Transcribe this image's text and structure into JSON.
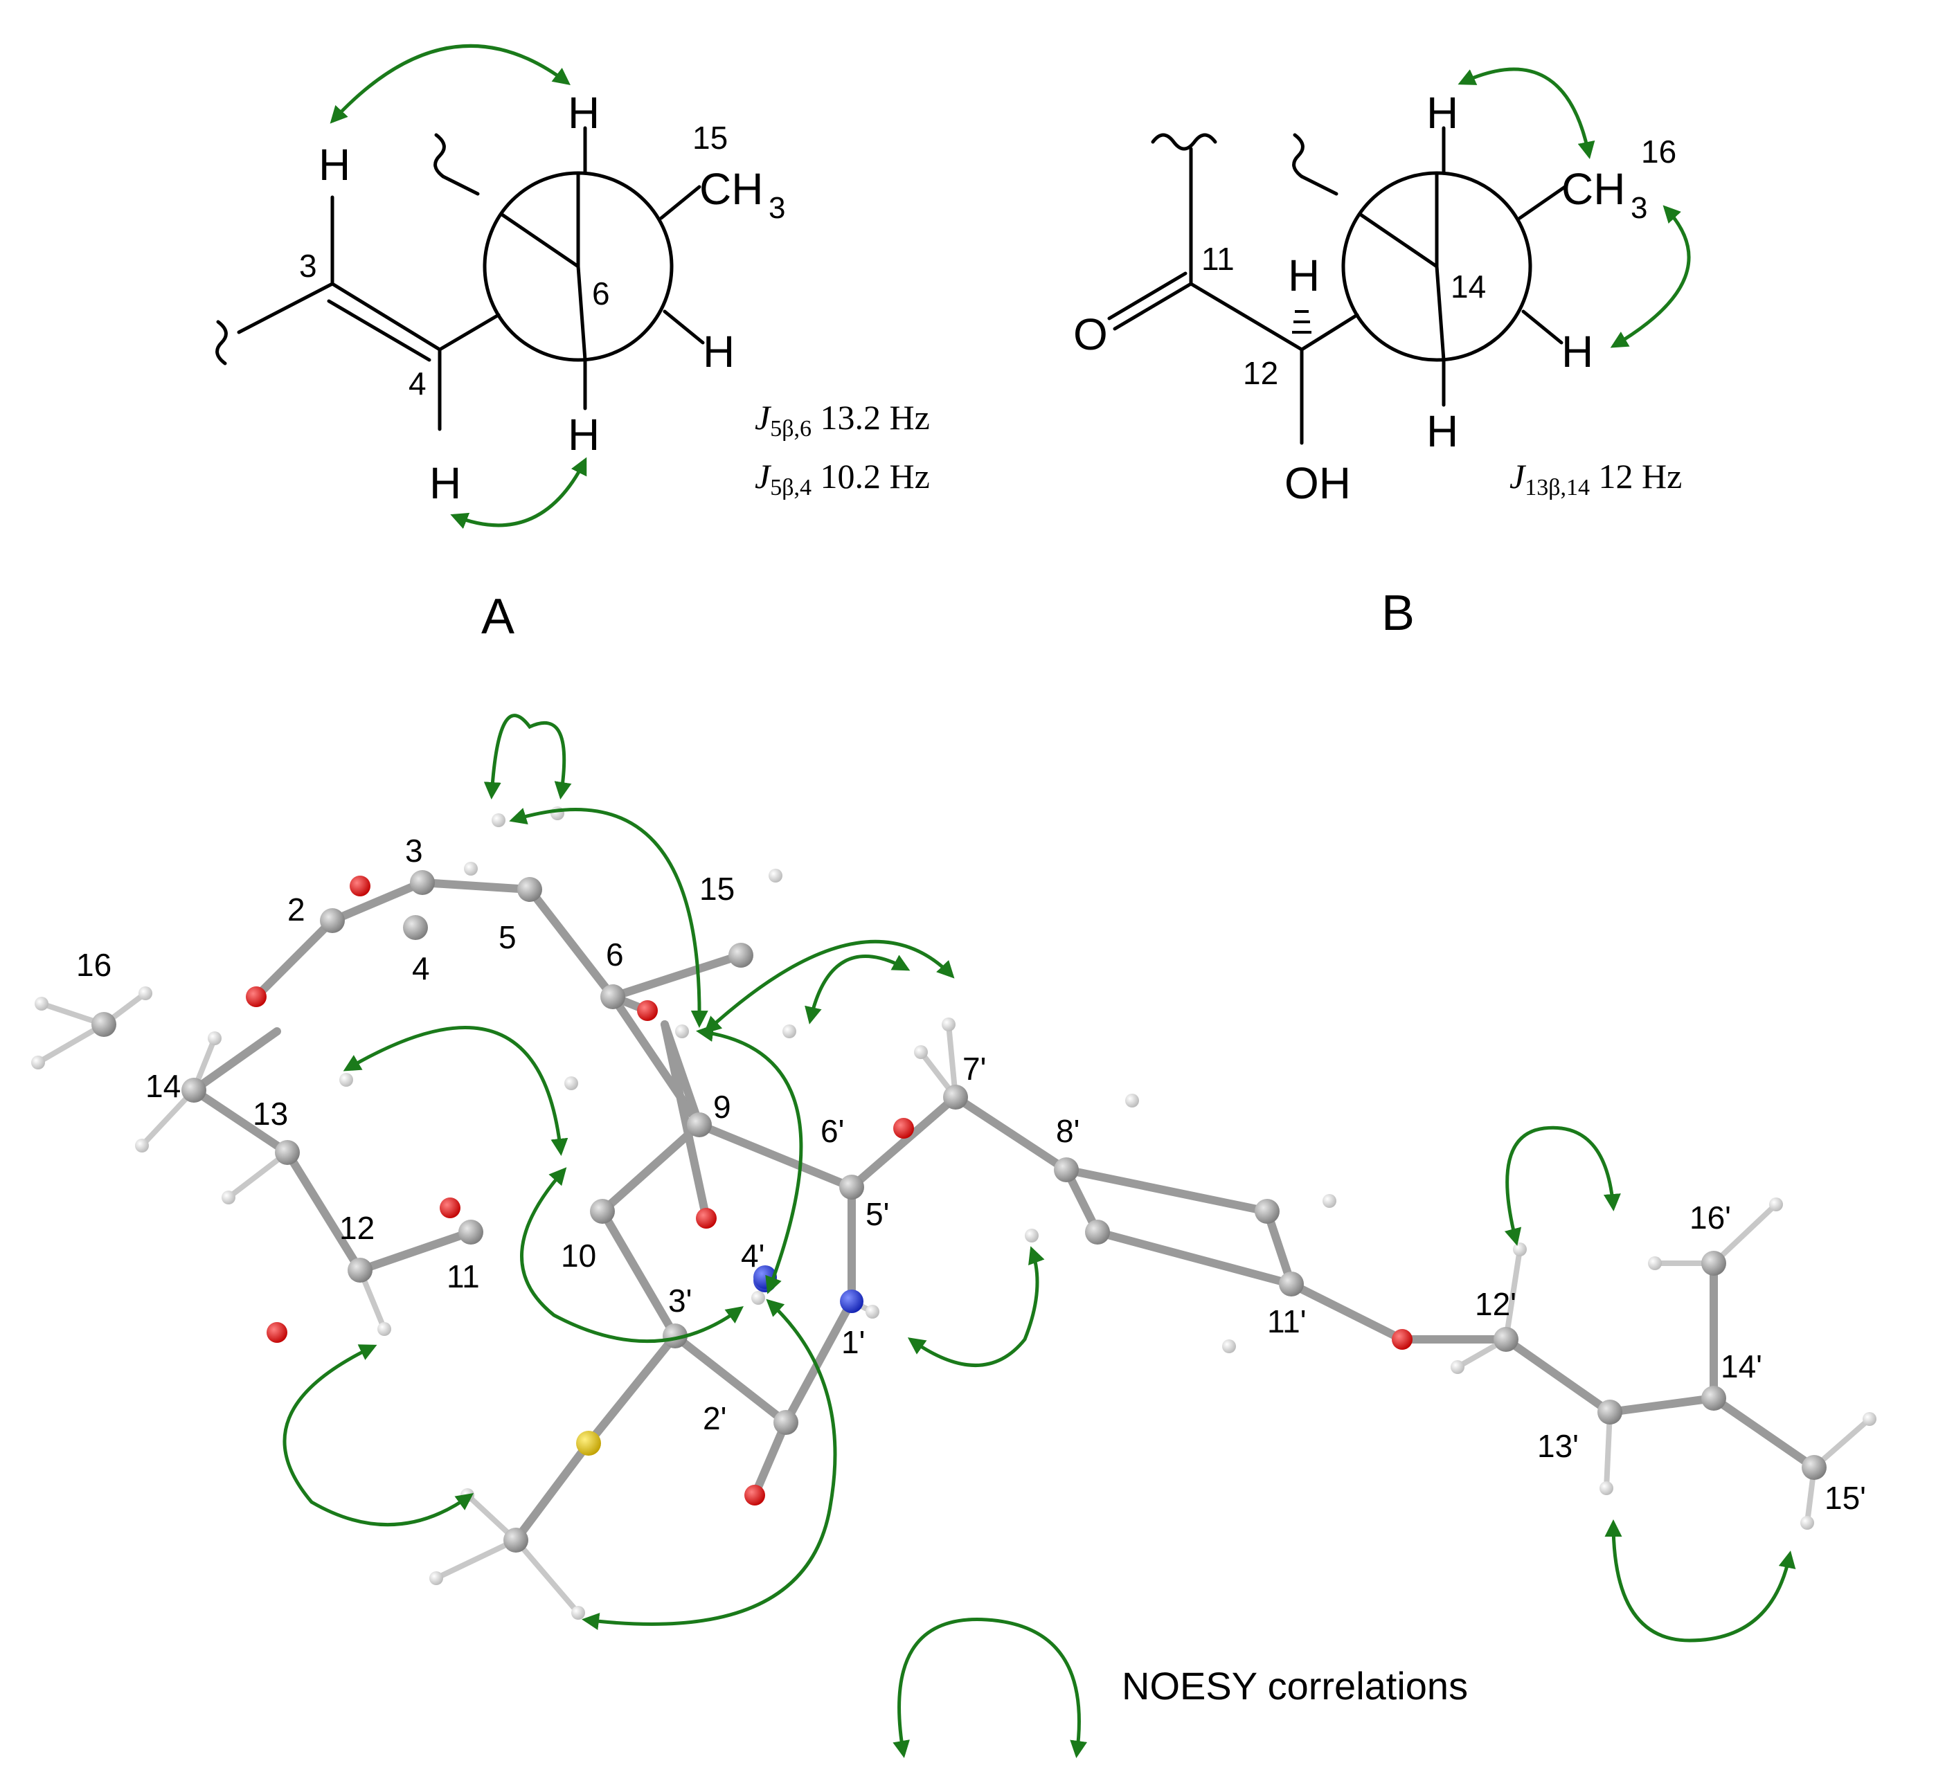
{
  "panelA": {
    "label": "A",
    "atoms": {
      "h1": "H",
      "h2": "H",
      "h3": "H",
      "h4": "H",
      "h5": "H",
      "methyl": "CH",
      "methyl_sub": "3"
    },
    "numbers": {
      "c3": "3",
      "c4": "4",
      "c6": "6",
      "c15": "15"
    },
    "j1": {
      "sym": "J",
      "sub": "5β,6",
      "val": " 13.2 Hz"
    },
    "j2": {
      "sym": "J",
      "sub": "5β,4",
      "val": " 10.2 Hz"
    }
  },
  "panelB": {
    "label": "B",
    "atoms": {
      "o": "O",
      "oh": "OH",
      "h1": "H",
      "h2": "H",
      "h3": "H",
      "h4": "H",
      "methyl": "CH",
      "methyl_sub": "3"
    },
    "numbers": {
      "c11": "11",
      "c12": "12",
      "c14": "14",
      "c16": "16"
    },
    "j1": {
      "sym": "J",
      "sub": "13β,14",
      "val": " 12 Hz"
    }
  },
  "model": {
    "labels": {
      "n2": "2",
      "n3": "3",
      "n4": "4",
      "n5": "5",
      "n6": "6",
      "n9": "9",
      "n10": "10",
      "n11": "11",
      "n12": "12",
      "n13": "13",
      "n14": "14",
      "n15": "15",
      "n16": "16",
      "p1": "1'",
      "p2": "2'",
      "p3": "3'",
      "p4": "4'",
      "p5": "5'",
      "p6": "6'",
      "p7": "7'",
      "p8": "8'",
      "p11": "11'",
      "p12": "12'",
      "p13": "13'",
      "p14": "14'",
      "p15": "15'",
      "p16": "16'"
    }
  },
  "legend": {
    "text": "NOESY correlations"
  },
  "colors": {
    "noesy": "#1a7a1a",
    "carbon": "#9a9a9a",
    "hydrogen": "#e6e6e6",
    "oxygen": "#e0201e",
    "nitrogen": "#1a2bd6",
    "sulfur": "#e6c000"
  }
}
